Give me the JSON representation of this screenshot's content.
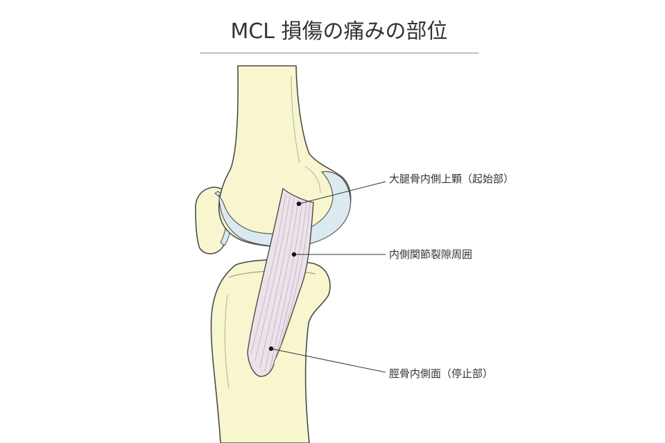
{
  "title": "MCL 損傷の痛みの部位",
  "callouts": [
    {
      "id": "femur",
      "label": "大腿骨内側上顆（起始部）"
    },
    {
      "id": "joint",
      "label": "内側関節裂隙周囲"
    },
    {
      "id": "tibia",
      "label": "脛骨内側面（停止部）"
    }
  ],
  "colors": {
    "bone": "#f8f6cf",
    "cartilage": "#dbe9f1",
    "ligament": "#ebe2ea",
    "outline": "#4a4a4a",
    "text": "#333333"
  }
}
